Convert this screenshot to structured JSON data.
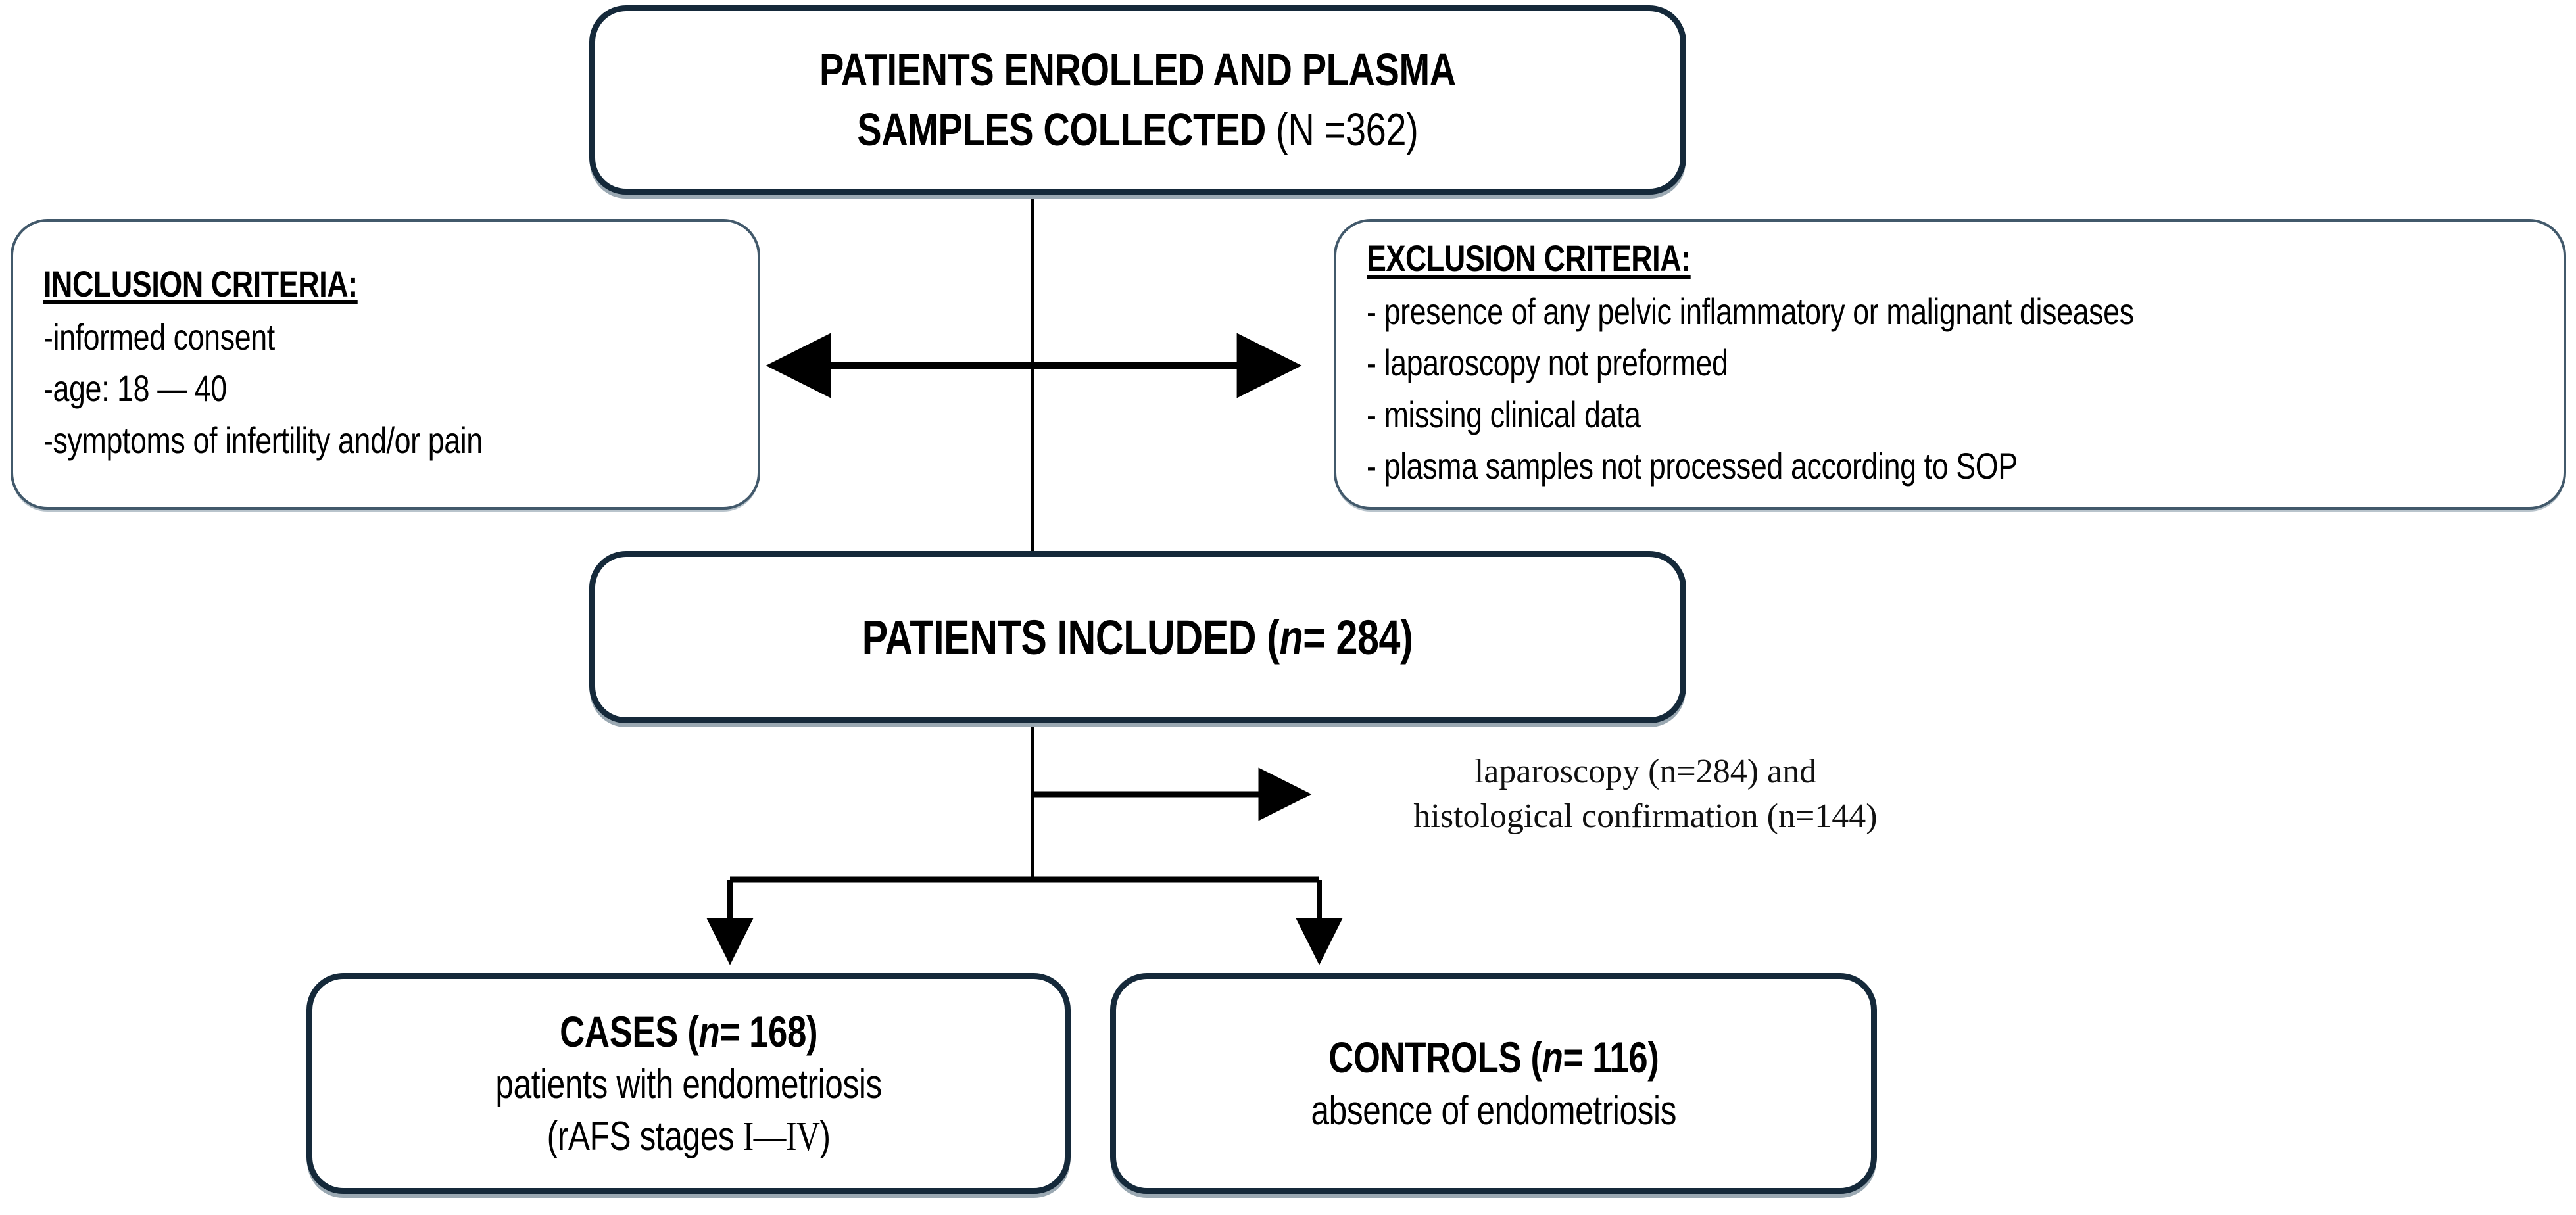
{
  "diagram": {
    "title": "Patient enrollment flowchart",
    "colors": {
      "box_border_strong": "#15293a",
      "box_border_thin": "#42596b",
      "line": "#000000",
      "background": "#ffffff"
    }
  },
  "enrolled_box": {
    "line1": "PATIENTS ENROLLED AND PLASMA",
    "line2_bold": "SAMPLES COLLECTED",
    "line2_count": "(N =362)"
  },
  "inclusion_box": {
    "title": "INCLUSION CRITERIA:",
    "items": [
      "-informed consent",
      "-age: 18 — 40",
      "-symptoms of infertility and/or pain"
    ]
  },
  "exclusion_box": {
    "title": "EXCLUSION CRITERIA:",
    "items": [
      "- presence of any pelvic inflammatory or malignant diseases",
      "- laparoscopy not preformed",
      "- missing clinical data",
      "- plasma samples not processed according to SOP"
    ]
  },
  "included_box": {
    "label": "PATIENTS INCLUDED (",
    "n_italic": "n",
    "value": "= 284)"
  },
  "annotation": {
    "line1": "laparoscopy (n=284) and",
    "line2": "histological confirmation (n=144)"
  },
  "cases_box": {
    "title_prefix": "CASES (",
    "title_italic": "n",
    "title_value": "= 168)",
    "line2": "patients with endometriosis",
    "line3_prefix": "(rAFS stages ",
    "line3_roman": "I—IV",
    "line3_suffix": ")"
  },
  "controls_box": {
    "title_prefix": "CONTROLS (",
    "title_italic": "n",
    "title_value": "= 116)",
    "line2": "absence of endometriosis"
  },
  "connectors": {
    "trunk_top_label": "enrolled-to-included-trunk",
    "criteria_arrow_label": "bidirectional-criteria-arrow",
    "annotation_arrow_label": "laparoscopy-arrow",
    "split_label": "cases-controls-split"
  }
}
